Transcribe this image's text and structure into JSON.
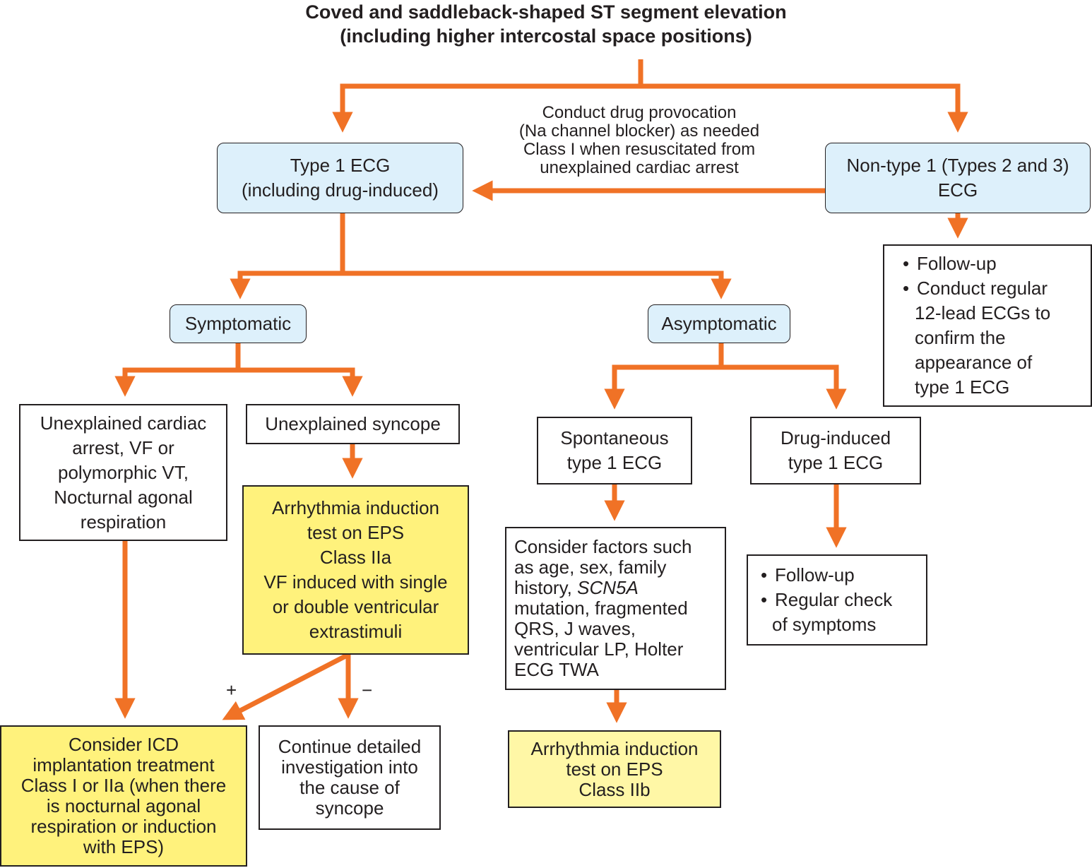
{
  "title": {
    "line1": "Coved and saddleback-shaped ST segment elevation",
    "line2": "(including higher intercostal space positions)"
  },
  "provocation_note": {
    "line1": "Conduct drug provocation",
    "line2": "(Na channel blocker) as needed",
    "line3": "Class I when resuscitated from",
    "line4": "unexplained cardiac arrest"
  },
  "type1": {
    "line1": "Type 1 ECG",
    "line2": "(including drug-induced)"
  },
  "nontype1": {
    "line1": "Non-type 1 (Types 2 and 3)",
    "line2": "ECG"
  },
  "nontype1_followup": {
    "bullet": "•",
    "item1": "Follow-up",
    "item2_line1": "Conduct regular",
    "item2_line2": "12-lead ECGs to",
    "item2_line3": "confirm the",
    "item2_line4": "appearance of",
    "item2_line5": "type 1 ECG"
  },
  "symptomatic": "Symptomatic",
  "asymptomatic": "Asymptomatic",
  "cardiac_arrest": {
    "line1": "Unexplained cardiac",
    "line2": "arrest, VF or",
    "line3": "polymorphic VT,",
    "line4": "Nocturnal agonal",
    "line5": "respiration"
  },
  "syncope": "Unexplained syncope",
  "induction_iia": {
    "line1": "Arrhythmia induction",
    "line2": "test on EPS",
    "line3": "Class IIa",
    "line4": "VF induced with single",
    "line5": "or double ventricular",
    "line6": "extrastimuli"
  },
  "plus_sign": "+",
  "minus_sign": "−",
  "icd": {
    "line1": "Consider ICD",
    "line2": "implantation treatment",
    "line3": "Class I or IIa (when there",
    "line4": "is nocturnal agonal",
    "line5": "respiration or induction",
    "line6": "with EPS)"
  },
  "continue_invest": {
    "line1": "Continue detailed",
    "line2": "investigation into",
    "line3": "the cause of",
    "line4": "syncope"
  },
  "spontaneous": {
    "line1": "Spontaneous",
    "line2": "type 1 ECG"
  },
  "drug_induced": {
    "line1": "Drug-induced",
    "line2": "type 1 ECG"
  },
  "factors": {
    "line1": "Consider factors such",
    "line2": "as age, sex, family",
    "line3_prefix": "history, ",
    "line3_gene": "SCN5A",
    "line4": "mutation, fragmented",
    "line5": "QRS, J waves,",
    "line6": "ventricular LP, Holter",
    "line7": "ECG TWA"
  },
  "drug_followup": {
    "bullet": "•",
    "item1": "Follow-up",
    "item2_line1": "Regular check",
    "item2_line2": "of symptoms"
  },
  "induction_iib": {
    "line1": "Arrhythmia induction",
    "line2": "test on EPS",
    "line3": "Class IIb"
  },
  "colors": {
    "arrow": "#f07226",
    "blue_box": "#ddf0fb",
    "yellow_box": "#fff27c",
    "light_yellow_box": "#fff7a6",
    "border": "#231f20"
  }
}
